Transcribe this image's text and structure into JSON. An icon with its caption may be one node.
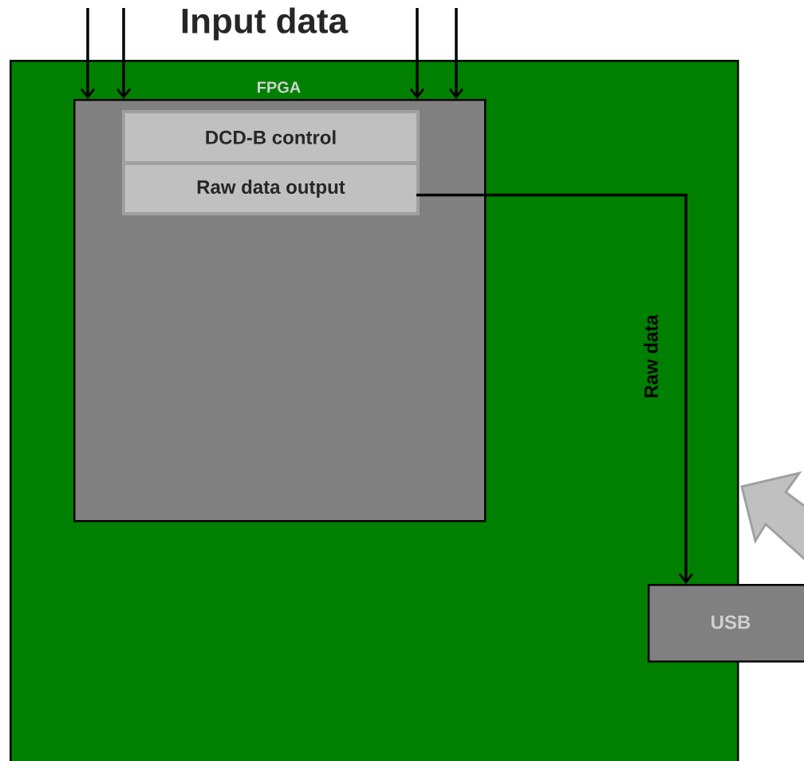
{
  "diagram": {
    "nodes": [
      {
        "text": [],
        "shape": "box"
      },
      {
        "text": [
          "FPGA"
        ],
        "in": 0
      },
      {
        "text": [
          "DCD-B control"
        ],
        "in": 1
      },
      {
        "text": [
          "Raw data output"
        ],
        "in": 1
      },
      {
        "text": [
          "USB"
        ]
      }
    ],
    "edges": [
      {
        "from": null,
        "to": 1,
        "arrow": "to"
      },
      {
        "from": null,
        "to": 1,
        "arrow": "to"
      },
      {
        "from": null,
        "to": 1,
        "arrow": "to"
      },
      {
        "from": null,
        "to": 1,
        "arrow": "to"
      },
      {
        "from": 3,
        "to": 4,
        "arrow": "to",
        "label": "Raw data"
      }
    ],
    "labels": [
      "Input data"
    ]
  }
}
